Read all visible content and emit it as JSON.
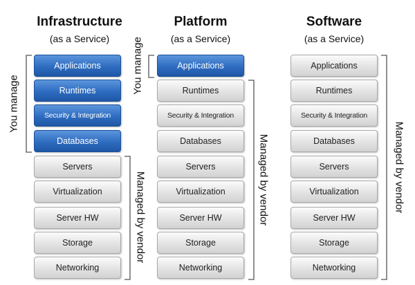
{
  "columns": [
    {
      "title": "Infrastructure",
      "subtitle": "(as a Service)",
      "layers": [
        "Applications",
        "Runtimes",
        "Security & Integration",
        "Databases",
        "Servers",
        "Virtualization",
        "Server HW",
        "Storage",
        "Networking"
      ],
      "you_manage_count": 4,
      "you_manage_label": "You manage",
      "vendor_label": "Managed by vendor"
    },
    {
      "title": "Platform",
      "subtitle": "(as a Service)",
      "layers": [
        "Applications",
        "Runtimes",
        "Security & Integration",
        "Databases",
        "Servers",
        "Virtualization",
        "Server HW",
        "Storage",
        "Networking"
      ],
      "you_manage_count": 1,
      "you_manage_label": "You manage",
      "vendor_label": "Managed by vendor"
    },
    {
      "title": "Software",
      "subtitle": "(as a Service)",
      "layers": [
        "Applications",
        "Runtimes",
        "Security & Integration",
        "Databases",
        "Servers",
        "Virtualization",
        "Server HW",
        "Storage",
        "Networking"
      ],
      "you_manage_count": 0,
      "you_manage_label": "",
      "vendor_label": "Managed by vendor"
    }
  ],
  "colors": {
    "you_manage_fill": "#2e6cc0",
    "vendor_fill": "#e3e3e3"
  }
}
